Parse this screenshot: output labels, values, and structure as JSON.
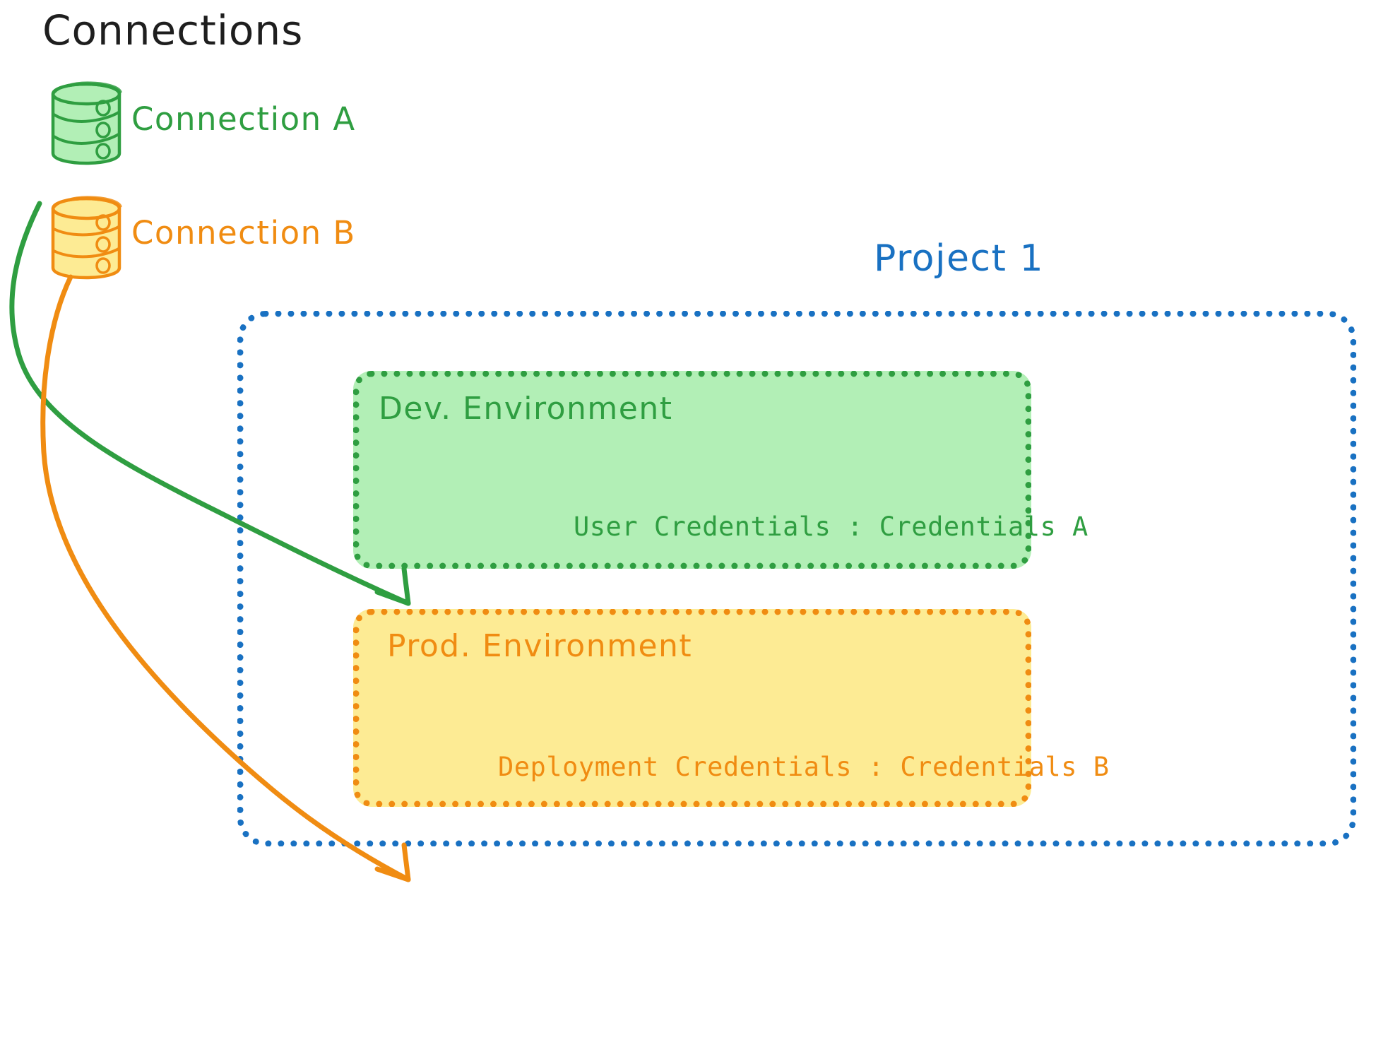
{
  "diagram": {
    "type": "architecture-diagram",
    "background_color": "#ffffff",
    "title": "Connections"
  },
  "connections_panel": {
    "heading": "Connections",
    "heading_color": "#1e1e1e",
    "items": [
      {
        "icon": "database-cylinder-icon",
        "label": "Connection A",
        "color": "#2f9e41",
        "fill": "#b2efb6"
      },
      {
        "icon": "database-cylinder-icon",
        "label": "Connection B",
        "color": "#f08c12",
        "fill": "#fdeb94"
      }
    ]
  },
  "project": {
    "label": "Project 1",
    "color": "#1971c2",
    "border_style": "dotted",
    "environments": [
      {
        "name": "Dev. Environment",
        "credentials_key": "User Credentials",
        "credentials_separator": ":",
        "credentials_value": "Credentials A",
        "credentials_line": "User Credentials : Credentials A",
        "color": "#2f9e41",
        "fill": "#b2efb6",
        "border_style": "dotted"
      },
      {
        "name": "Prod. Environment",
        "credentials_key": "Deployment Credentials",
        "credentials_separator": ":",
        "credentials_value": "Credentials B",
        "credentials_line": "Deployment Credentials : Credentials B",
        "color": "#f08c12",
        "fill": "#fdeb94",
        "border_style": "dotted"
      }
    ]
  },
  "arrows": [
    {
      "name": "connection-a-to-dev-environment",
      "from": "Connection A",
      "to": "Dev. Environment",
      "color": "#2f9e41",
      "style": "curved-arrow"
    },
    {
      "name": "connection-b-to-prod-environment",
      "from": "Connection B",
      "to": "Prod. Environment",
      "color": "#f08c12",
      "style": "curved-arrow"
    }
  ],
  "colors": {
    "green_stroke": "#2f9e41",
    "green_fill": "#b2efb6",
    "orange_stroke": "#f08c12",
    "orange_fill": "#fdeb94",
    "blue_stroke": "#1971c2",
    "text_dark": "#1e1e1e",
    "background": "#ffffff"
  }
}
